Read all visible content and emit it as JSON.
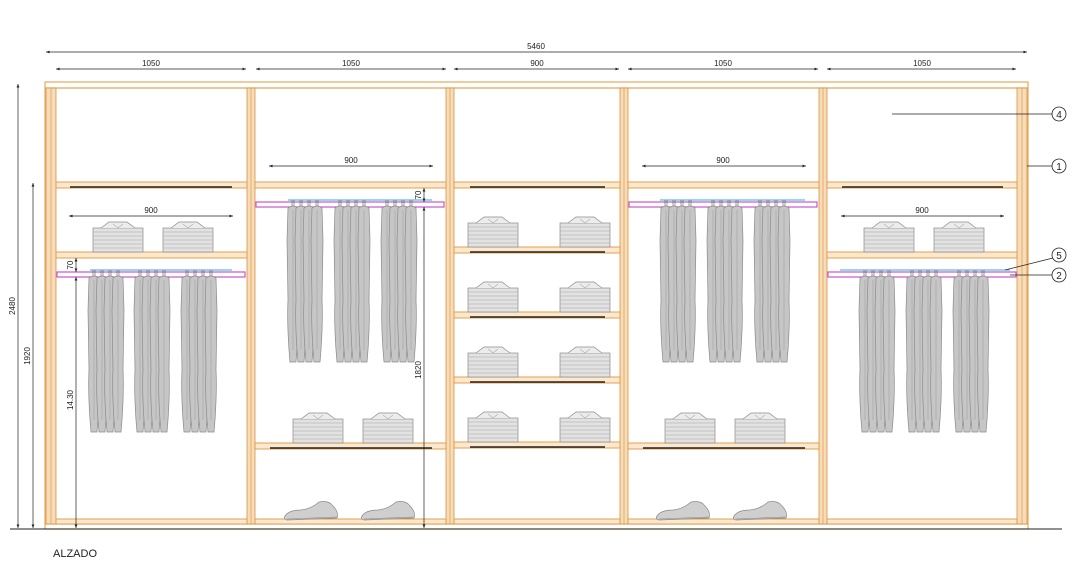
{
  "drawing": {
    "caption": "ALZADO",
    "dimensions": {
      "total_width": "5460",
      "module_widths": [
        "1050",
        "1050",
        "900",
        "1050",
        "1050"
      ],
      "inner_widths": [
        "900",
        "900",
        "900",
        "900"
      ],
      "total_height": "2480",
      "height_1920": "1920",
      "height_1430": "14.30",
      "height_1820": "1820",
      "rail_offset_left": "70",
      "rail_offset_right": "70"
    },
    "callouts": [
      "4",
      "1",
      "5",
      "2"
    ]
  },
  "colors": {
    "frame": "#e8a85a",
    "panel_line": "#d9923c",
    "rail": "#cc55cc",
    "rail_top": "#55c4d8",
    "dim_line": "#222222",
    "garment": "#c6c6c6",
    "garment_stroke": "#8a8a8a"
  }
}
